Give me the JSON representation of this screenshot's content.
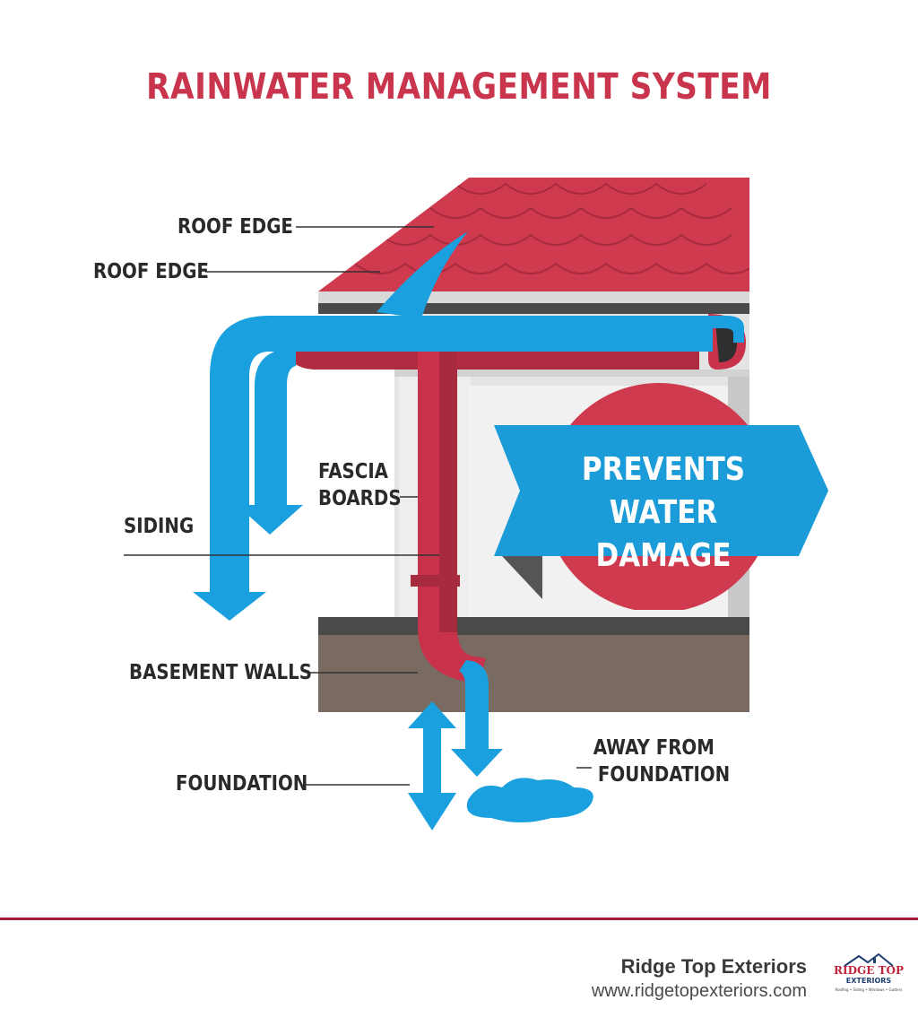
{
  "title": "RAINWATER MANAGEMENT SYSTEM",
  "labels": {
    "roof_edge_upper": "ROOF EDGE",
    "roof_edge_lower": "ROOF EDGE",
    "fascia_line1": "FASCIA",
    "fascia_line2": "BOARDS",
    "siding": "SIDING",
    "basement_walls": "BASEMENT WALLS",
    "foundation": "FOUNDATION",
    "away_line1": "AWAY FROM",
    "away_line2": "FOUNDATION"
  },
  "banner": {
    "line1": "PREVENTS",
    "line2": "WATER DAMAGE"
  },
  "footer": {
    "company_name": "Ridge Top Exteriors",
    "website": "www.ridgetopexteriors.com"
  },
  "logo": {
    "main": "RIDGE TOP",
    "sub": "EXTERIORS",
    "tagline": "Roofing • Siding • Windows • Gutters"
  },
  "colors": {
    "title": "#c9354c",
    "roof": "#cf3a4e",
    "gutter": "#c8334b",
    "water": "#1aa0de",
    "wall": "#e6e6e6",
    "basement": "#7a6b62",
    "footer_rule": "#a51c3c"
  }
}
